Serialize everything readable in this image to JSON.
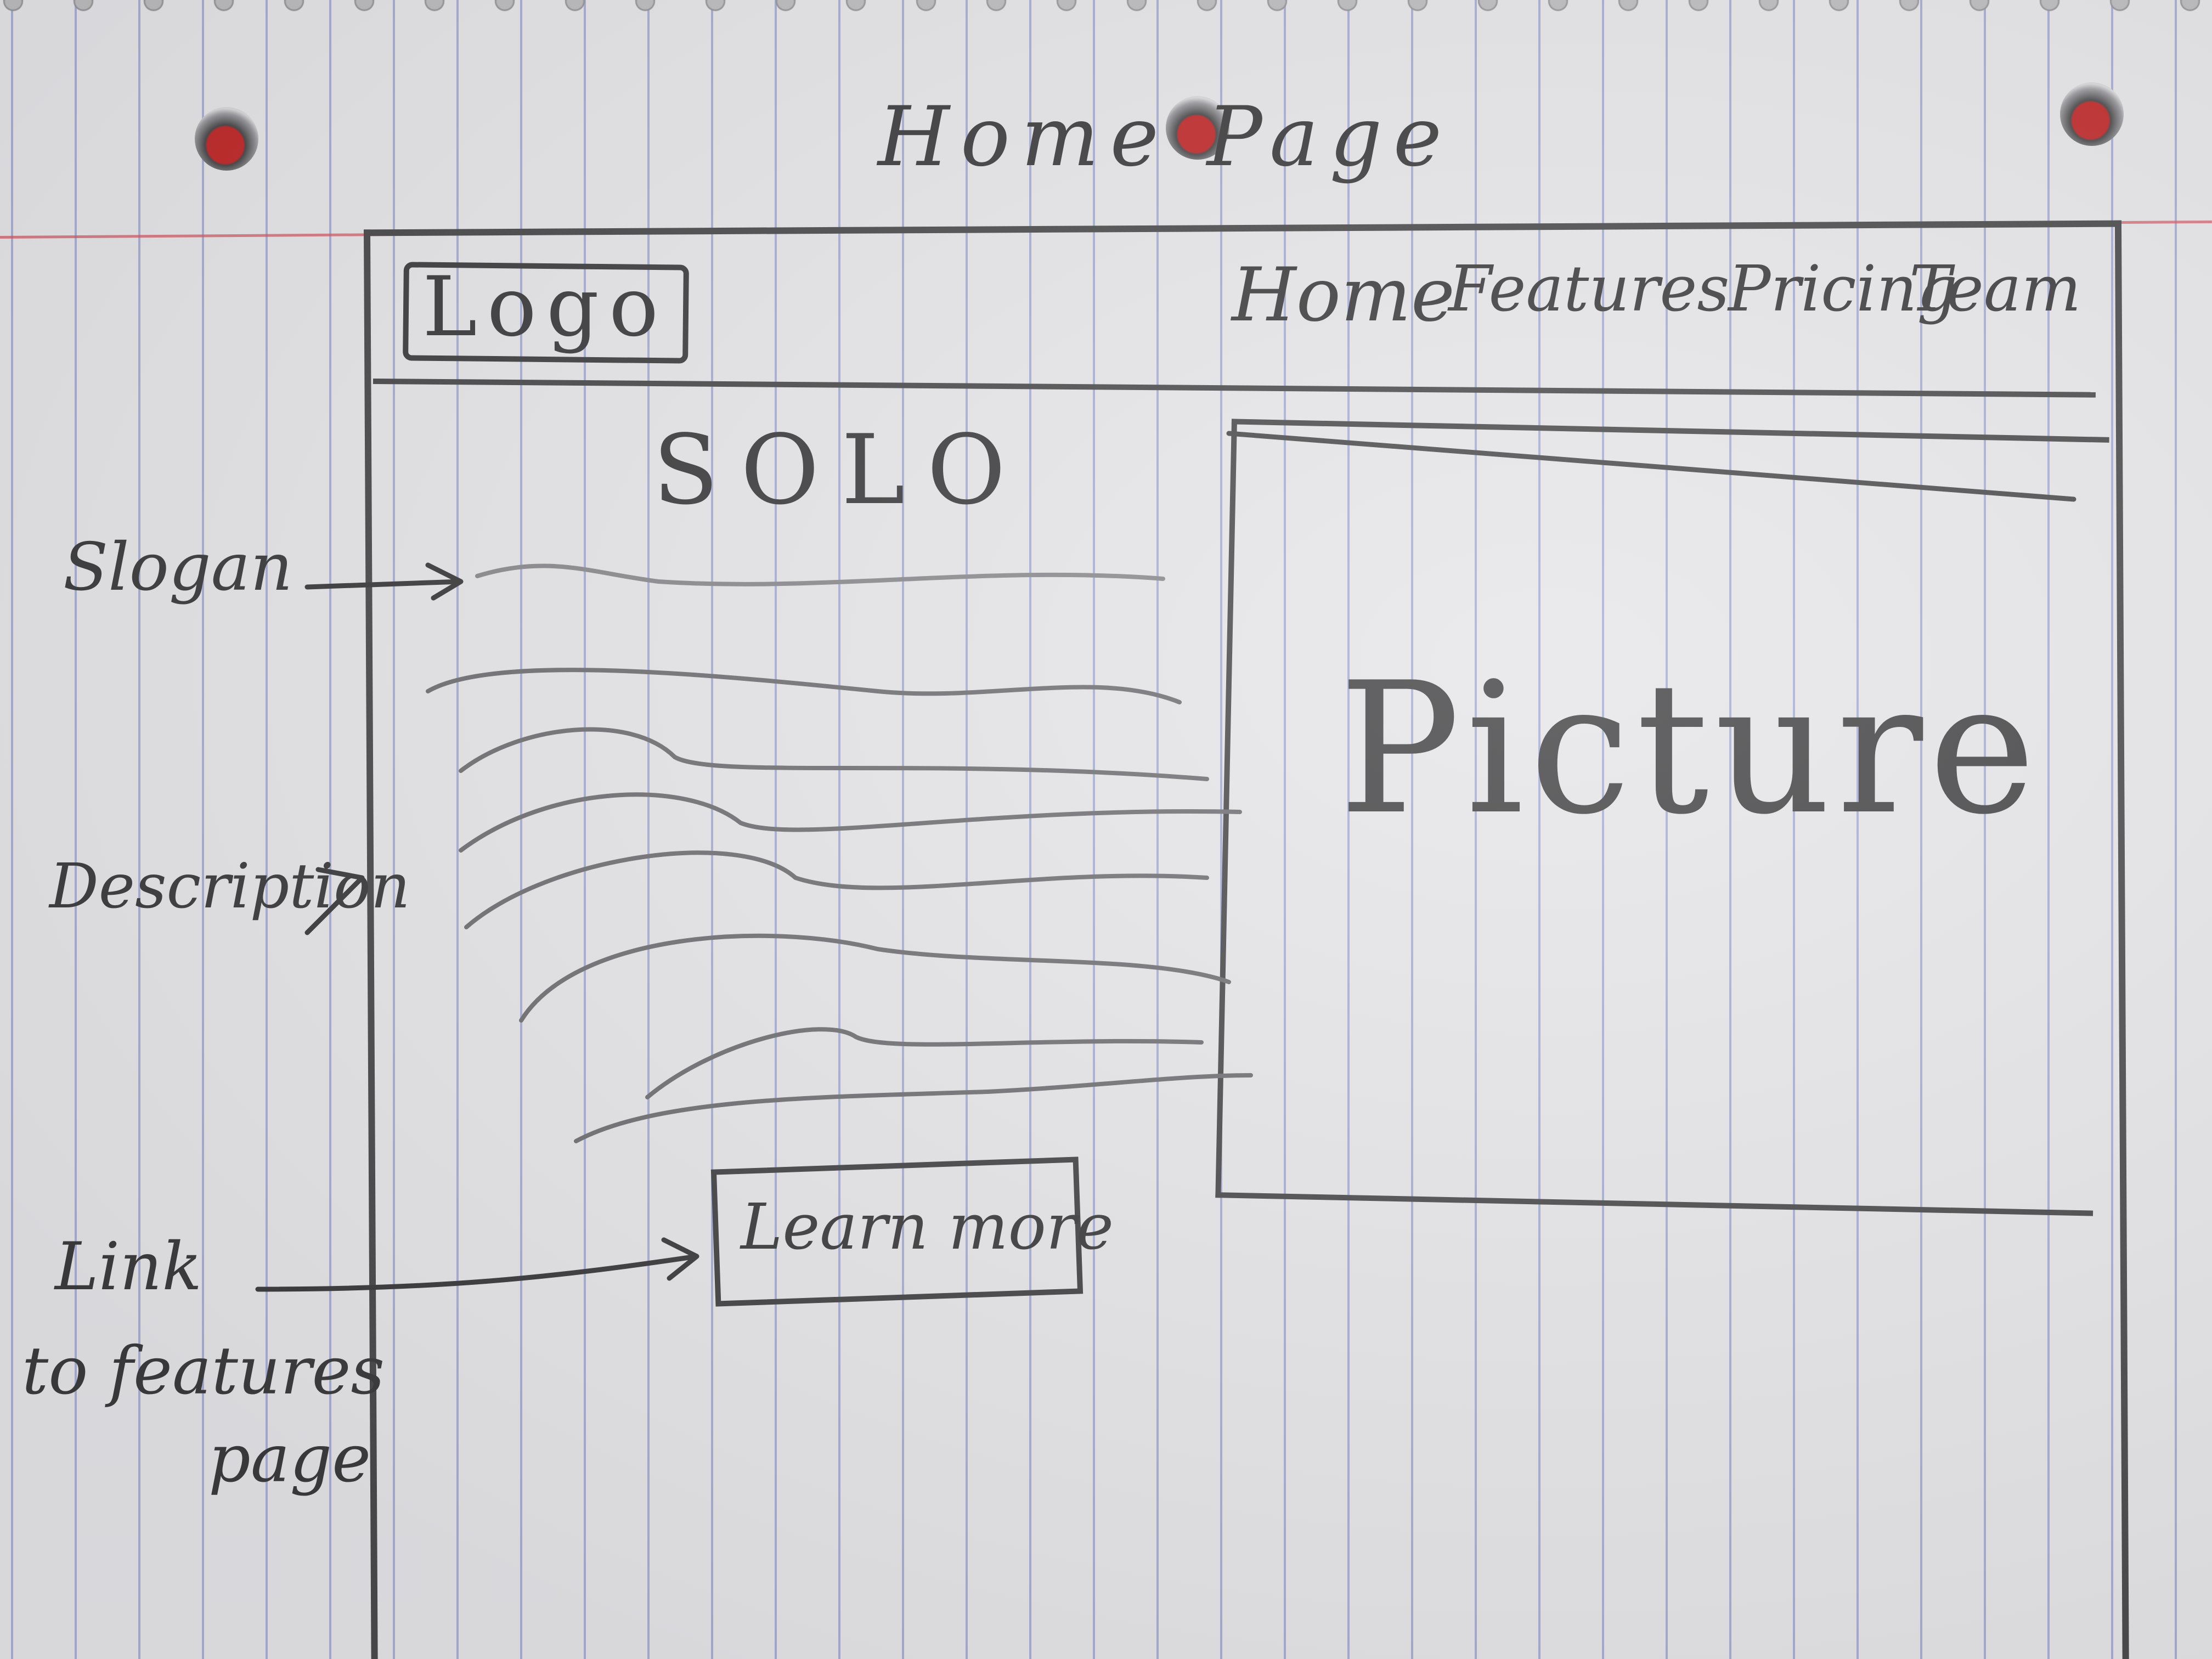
{
  "sketch": {
    "title": "Home Page",
    "logo": "Logo",
    "nav": [
      "Home",
      "Features",
      "Pricing",
      "Team"
    ],
    "brand": "SOLO",
    "picture": "Picture",
    "button": "Learn more"
  },
  "annotations": {
    "slogan": "Slogan",
    "description": "Description",
    "link_line1": "Link",
    "link_line2": "to features",
    "link_line3": "page"
  },
  "colors": {
    "paper": "#e6e6e9",
    "pencil": "#4a4a4c",
    "rule_blue": "#7680c4",
    "margin_red": "#d25a64"
  }
}
